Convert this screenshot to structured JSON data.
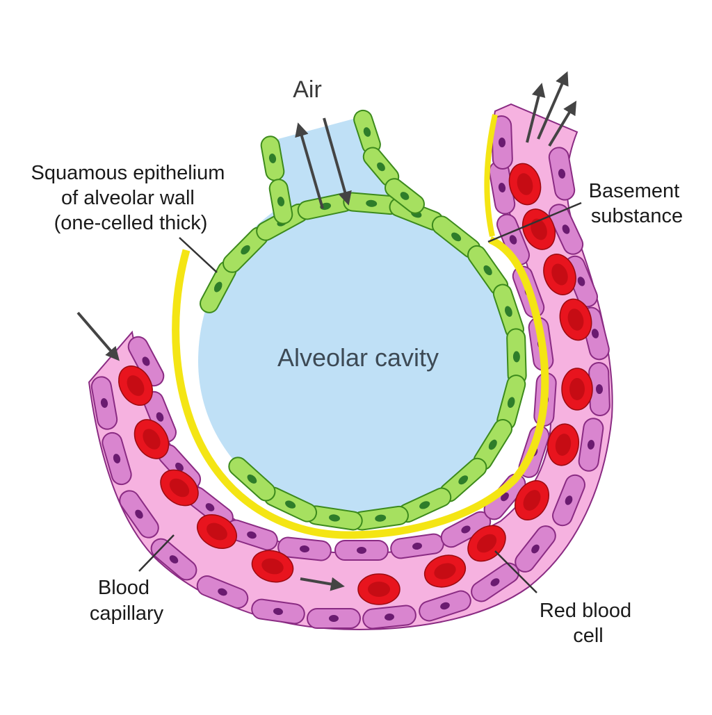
{
  "colors": {
    "cavity": "#bfe0f6",
    "epithelium": "#a6e060",
    "epithelium_stroke": "#3c8a1c",
    "epithelium_nucleus": "#2e7d2a",
    "basement": "#f4e514",
    "capillary": "#f6b2e0",
    "endothelium": "#d985cf",
    "endothelium_stroke": "#8a2b83",
    "endothelium_nucleus": "#6a1b70",
    "rbc": "#e8141e",
    "rbc_center": "#b8080f",
    "arrow": "#444444"
  },
  "labels": {
    "air": "Air",
    "cavity": "Alveolar cavity",
    "squamous": [
      "Squamous epithelium",
      "of alveolar wall",
      "(one-celled thick)"
    ],
    "basement": [
      "Basement",
      "substance"
    ],
    "capillary": [
      "Blood",
      "capillary"
    ],
    "rbc": [
      "Red blood",
      "cell"
    ]
  },
  "icons": {
    "flow_arrows": "arrow-icon"
  }
}
